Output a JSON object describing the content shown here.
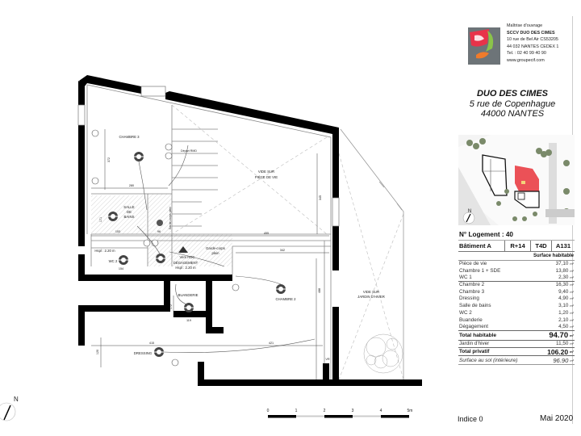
{
  "client": {
    "role": "Maîtrise d'ouvrage",
    "name": "SCCV DUO DES CIMES",
    "address_line1": "10 rue de Bel Air CS53205",
    "address_line2": "44 032 NANTES CEDEX 1",
    "phone": "Tel. : 02 40 99 40 90",
    "website": "www.groupecif.com",
    "logo_colors": [
      "#e8334a",
      "#8bc34a",
      "#f07b2a",
      "#6d7478"
    ]
  },
  "project": {
    "title": "DUO DES CIMES",
    "street": "5 rue de Copenhague",
    "city": "44000 NANTES"
  },
  "lot": {
    "number_label": "N° Logement : 40",
    "building": "Bâtiment A",
    "level": "R+14",
    "type": "T4D",
    "ref": "A131",
    "surface_header": "Surface habitable",
    "unit": "m²",
    "rooms": [
      {
        "name": "Pièce de vie",
        "area": "37,10"
      },
      {
        "name": "Chambre 1 + SDE",
        "area": "13,80"
      },
      {
        "name": "WC 1",
        "area": "2,30"
      },
      {
        "name": "Chambre 2",
        "area": "16,30"
      },
      {
        "name": "Chambre 3",
        "area": "9,40"
      },
      {
        "name": "Dressing",
        "area": "4,90"
      },
      {
        "name": "Salle de bains",
        "area": "3,10"
      },
      {
        "name": "WC 2",
        "area": "1,20"
      },
      {
        "name": "Buanderie",
        "area": "2,10"
      },
      {
        "name": "Dégagement",
        "area": "4,50"
      }
    ],
    "total_habitable_label": "Total habitable",
    "total_habitable": "94.70",
    "jardin_label": "Jardin d'hiver",
    "jardin": "11,50",
    "total_privatif_label": "Total privatif",
    "total_privatif": "106.20",
    "surface_sol_label": "Surface au sol (intérieure)",
    "surface_sol": "96.90"
  },
  "footer": {
    "indice": "Indice 0",
    "date": "Mai 2020"
  },
  "plan": {
    "rooms": {
      "chambre3": "CHAMBRE 3",
      "vide_piece_1": "VIDE SUR",
      "vide_piece_2": "PIÈCE DE VIE",
      "salle_1": "SALLE",
      "salle_2": "DE",
      "salle_3": "BAINS",
      "wc2": "WC 2",
      "degagement": "DÉGAGEMENT",
      "degagement_hspl": "Hspl : 2.20 m",
      "wc_hspl": "Hspl : 2.20 m",
      "vers_rdc": "Vers RDC",
      "garde_corps": "Garde-corps",
      "garde_corps2": "plein",
      "garde_corps_vertical": "Garde-corps plein",
      "buanderie": "BUANDERIE",
      "chambre2": "CHAMBRE 2",
      "vide_jardin_1": "VIDE SUR",
      "vide_jardin_2": "JARDIN D'HIVER",
      "dressing": "DRESSING",
      "depart_rmd": "Départ RMD"
    },
    "dimensions": {
      "chambre3_width": "280",
      "chambre3_height": "372",
      "vide_height": "345",
      "main_width": "455",
      "ch2_width_a": "342",
      "ch2_height": "488",
      "ch2_bottom": "421",
      "dressing_width": "415",
      "dressing_height": "120",
      "sdb_153": "153",
      "sdb_171": "171",
      "sdb_96": "96",
      "wc_154": "154",
      "buand_172": "172",
      "buand_119": "119",
      "vr": "VR"
    },
    "scale": {
      "ticks": [
        "0",
        "1",
        "2",
        "3",
        "4",
        "5m"
      ]
    },
    "north_label": "N"
  },
  "situation_map": {
    "north_label": "N",
    "highlight_color": "#e8333a"
  }
}
